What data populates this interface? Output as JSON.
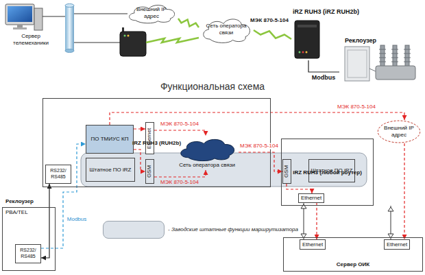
{
  "diagram": {
    "title": "Функциональная схема",
    "nodes": [
      {
        "text": [
          "Сервер телемеханики"
        ]
      },
      {
        "text": [
          "Внешний IP адрес"
        ]
      },
      {
        "text": [
          "Сеть оператора связи"
        ]
      },
      {
        "text": [
          "iRZ RUH3 (iRZ RUH2b)"
        ]
      },
      {
        "text": [
          "Реклоузер"
        ]
      },
      {
        "text": [
          "iRZ RUH3 (RUH2b)"
        ]
      },
      {
        "text": [
          "ПО ТМИУС КП"
        ],
        "in": 5
      },
      {
        "text": [
          "Ethernet"
        ],
        "in": 5
      },
      {
        "text": [
          "Штатное ПО iRZ"
        ],
        "in": 5
      },
      {
        "text": [
          "GSM"
        ],
        "in": 5
      },
      {
        "text": [
          "RS232/ RS485"
        ],
        "in": 5
      },
      {
        "text": [
          "Сеть оператора связи"
        ]
      },
      {
        "text": [
          "iRZ RUH3 (любой роутер)"
        ]
      },
      {
        "text": [
          "GSM"
        ],
        "in": 12
      },
      {
        "text": [
          "Штатное ПО iRZ"
        ],
        "in": 12
      },
      {
        "text": [
          "Ethernet"
        ],
        "in": 12
      },
      {
        "text": [
          "Внешний IP адрес"
        ]
      },
      {
        "text": [
          "Реклоузер",
          "РВА/TEL"
        ]
      },
      {
        "text": [
          "RS232/ RS485"
        ],
        "in": 17
      },
      {
        "text": [
          "Сервер ОИК"
        ]
      },
      {
        "text": [
          "Ethernet"
        ],
        "in": 19
      },
      {
        "text": [
          "Ethernet"
        ],
        "in": 19
      }
    ],
    "edges": [
      {
        "from": 1,
        "to": 2,
        "arrow": "none"
      },
      {
        "from": 2,
        "to": 3,
        "label": "МЭК 870-5-104",
        "arrow": "none"
      },
      {
        "from": 3,
        "to": 4,
        "label": "Modbus",
        "arrow": "none"
      },
      {
        "from": 6,
        "to": 7,
        "arrow": "to"
      },
      {
        "from": 7,
        "to": 11,
        "label": "МЭК 870-5-104",
        "arrow": "to"
      },
      {
        "from": 6,
        "to": 9,
        "arrow": "to"
      },
      {
        "from": 9,
        "to": 11,
        "label": "МЭК 870-5-104",
        "arrow": "to"
      },
      {
        "from": 11,
        "to": 13,
        "label": "МЭК 870-5-104",
        "arrow": "to"
      },
      {
        "from": 13,
        "to": 15,
        "arrow": "to"
      },
      {
        "from": 15,
        "to": 20,
        "arrow": "to"
      },
      {
        "from": 6,
        "to": 16,
        "label": "МЭК 870-5-104",
        "arrow": "to"
      },
      {
        "from": 16,
        "to": 21,
        "arrow": "to"
      },
      {
        "from": 18,
        "to": 10,
        "arrow": "both"
      },
      {
        "from": 18,
        "to": 6,
        "label": "Modbus",
        "arrow": "to"
      }
    ],
    "legend": [
      {
        "text": "- Заводские штатные функции маршрутизатора",
        "color": "#dde3ea"
      }
    ]
  }
}
